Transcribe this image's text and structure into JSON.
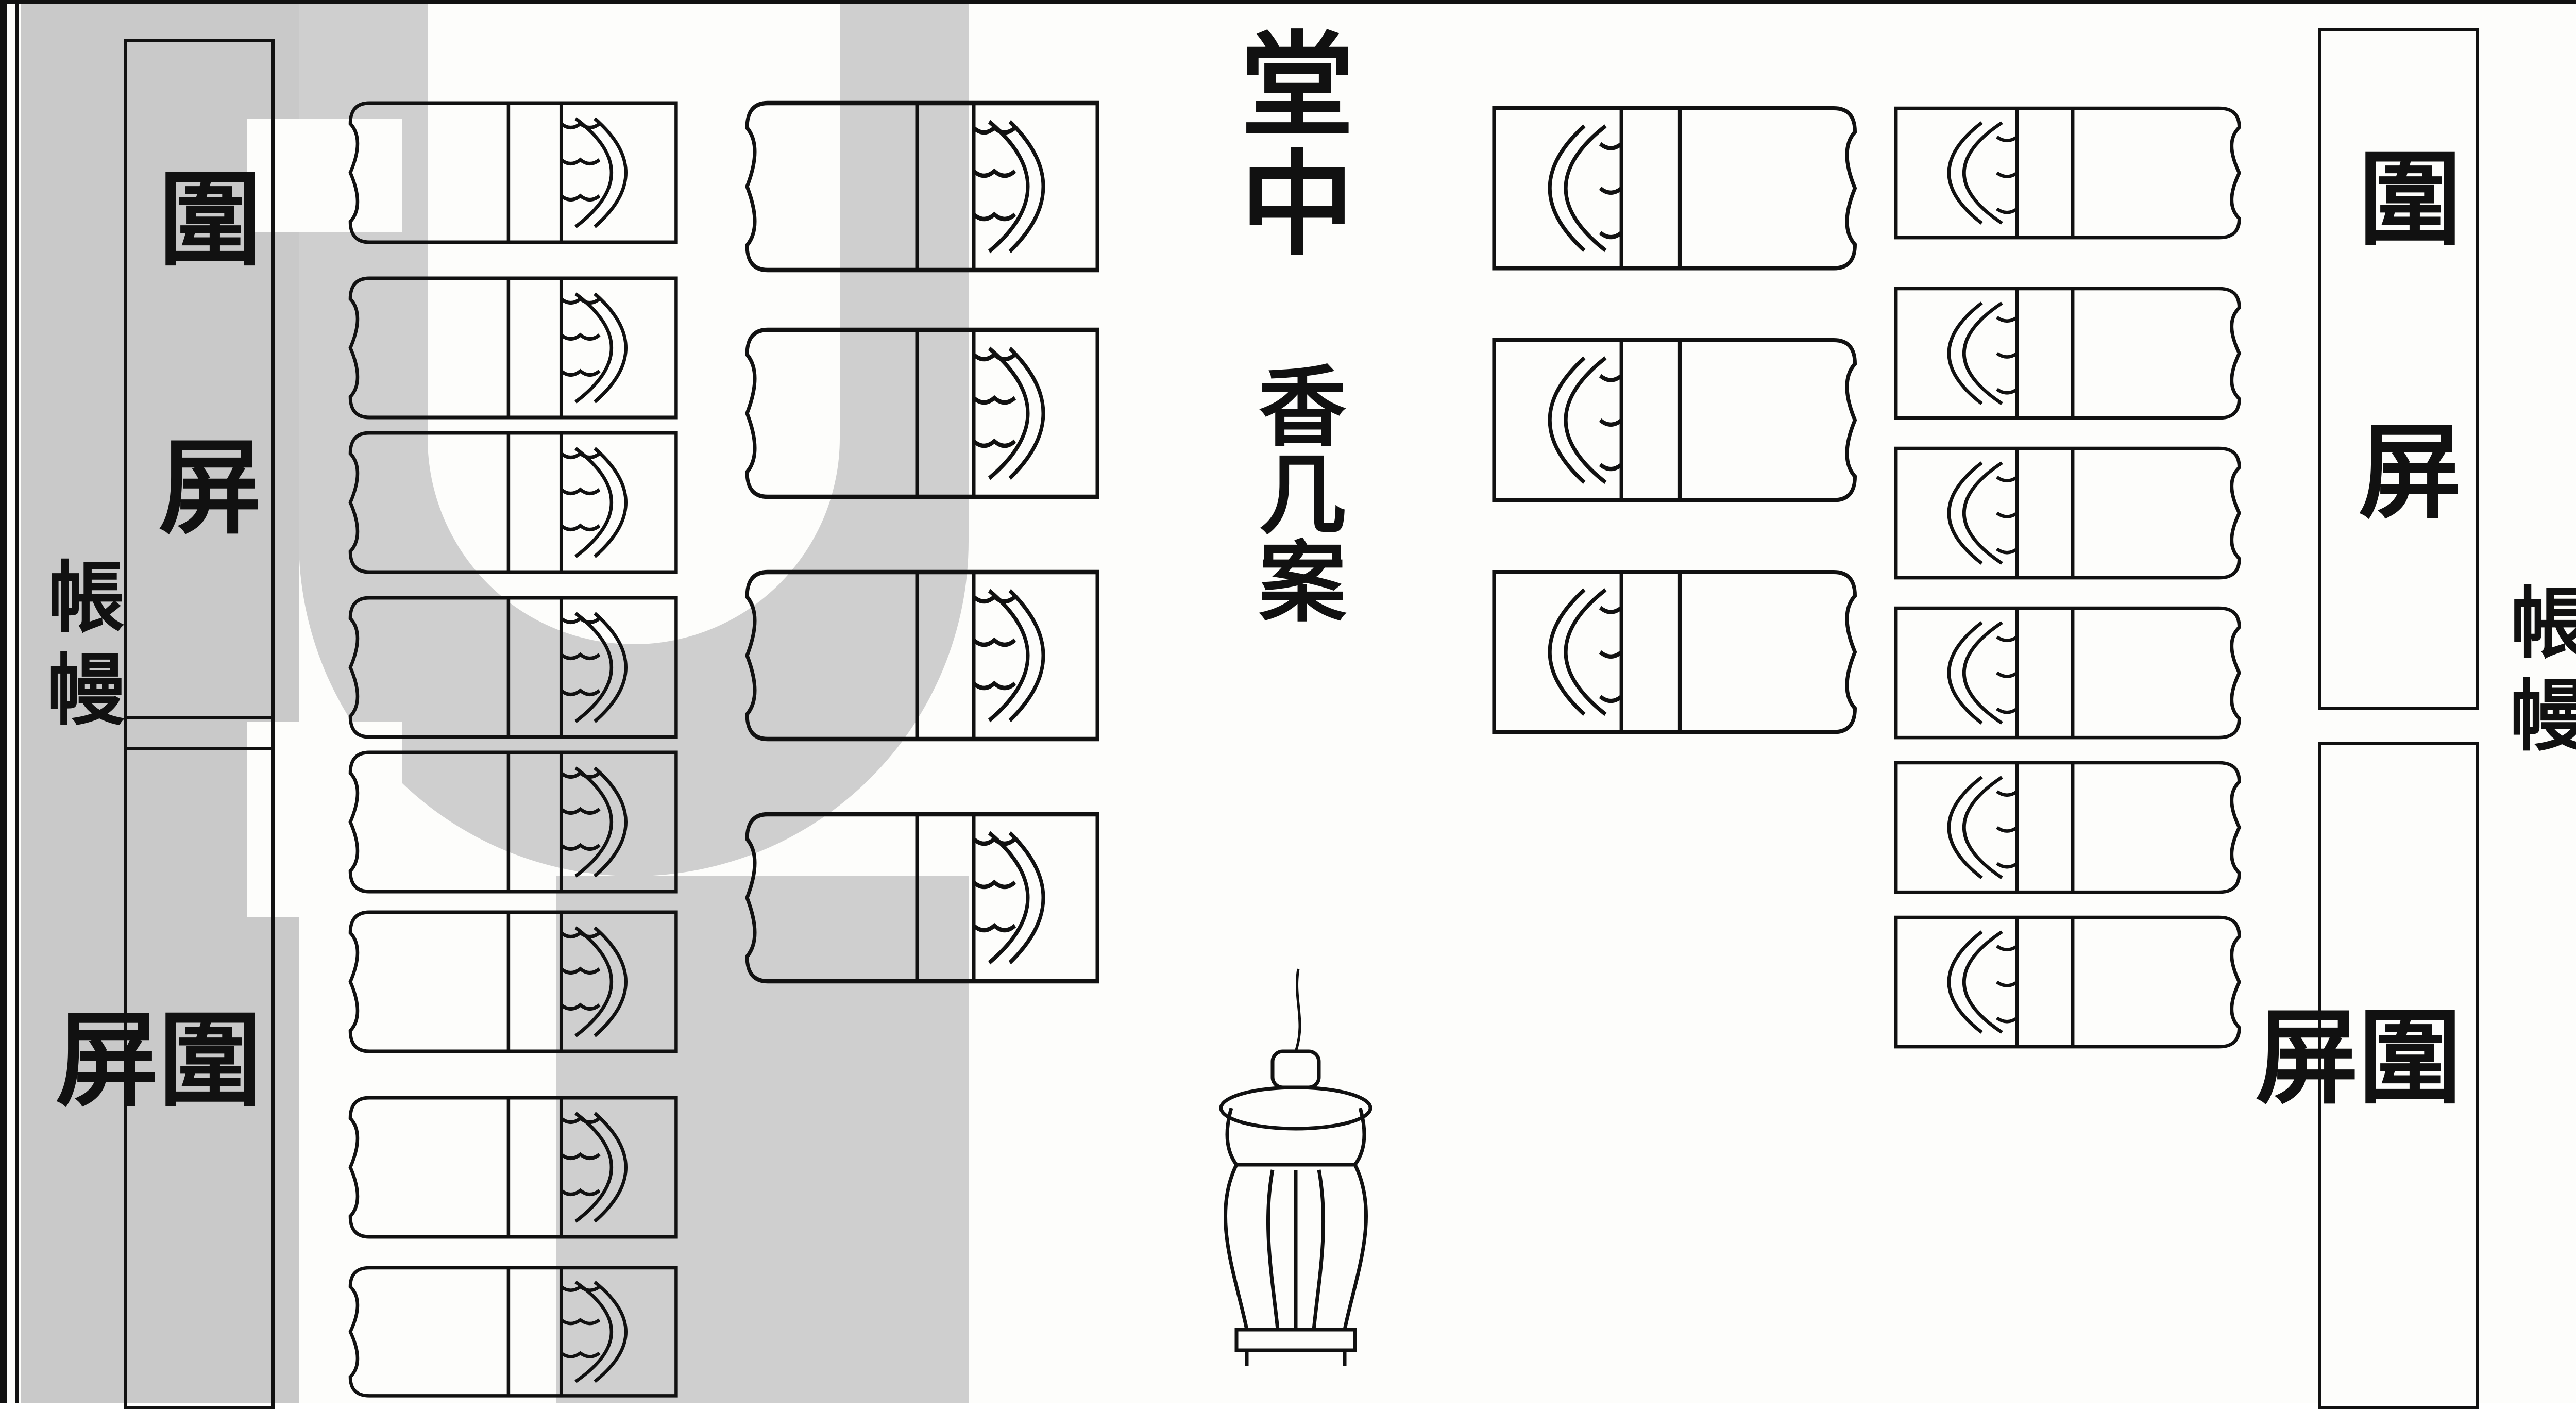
{
  "hall_title": "堂中",
  "incense_table_label": "香几案",
  "left_screen": {
    "label_top": "圍屏",
    "caption": "帳幔",
    "label_bottom": "圍屏"
  },
  "right_screen": {
    "label_top": "圍屏",
    "caption": "帳幔",
    "label_bottom": "圍屏"
  },
  "colors": {
    "ink": "#111111",
    "paper": "#fdfdfb",
    "watermark": "#c9c9c9"
  }
}
